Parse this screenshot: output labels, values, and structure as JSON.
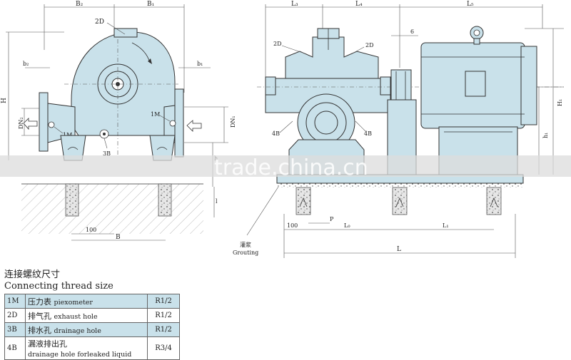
{
  "drawing": {
    "left_view_labels": {
      "b2_top": "B₂",
      "b1_top": "B₁",
      "callout_2d": "2D",
      "b2_side": "b₂",
      "b1_side": "b₁",
      "h_total": "H",
      "dn2": "DN₂",
      "dn1": "DN₁",
      "callout_1m_left": "1M",
      "callout_1m_right": "1M",
      "callout_3b": "3B",
      "h_small": "h",
      "l_depth": "l",
      "dim_100": "100",
      "b_base": "B"
    },
    "right_view_labels": {
      "l3": "L₃",
      "l4": "L₄",
      "l5": "L₅",
      "six": "6",
      "callout_2d_left": "2D",
      "callout_2d_right": "2D",
      "callout_4b_left": "4B",
      "callout_4b_right": "4B",
      "h1_upper": "H₁",
      "h1_lower": "h₁",
      "p": "P",
      "dim_100": "100",
      "l0": "L₀",
      "l1": "L₁",
      "l_total": "L",
      "grouting_cn": "灌浆",
      "grouting_en": "Grouting"
    },
    "watermark": "trade.china.cn"
  },
  "legend": {
    "title_cn": "连接螺纹尺寸",
    "title_en": "Connecting thread size",
    "rows": [
      {
        "code": "1M",
        "name_cn": "压力表",
        "name_en": "piexometer",
        "size": "R1/2"
      },
      {
        "code": "2D",
        "name_cn": "排气孔",
        "name_en": "exhaust hole",
        "size": "R1/2"
      },
      {
        "code": "3B",
        "name_cn": "排水孔",
        "name_en": "drainage hole",
        "size": "R1/2"
      },
      {
        "code": "4B",
        "name_cn": "漏液排出孔",
        "name_en": "drainage hole forleaked liquid",
        "size": "R3/4"
      }
    ]
  }
}
